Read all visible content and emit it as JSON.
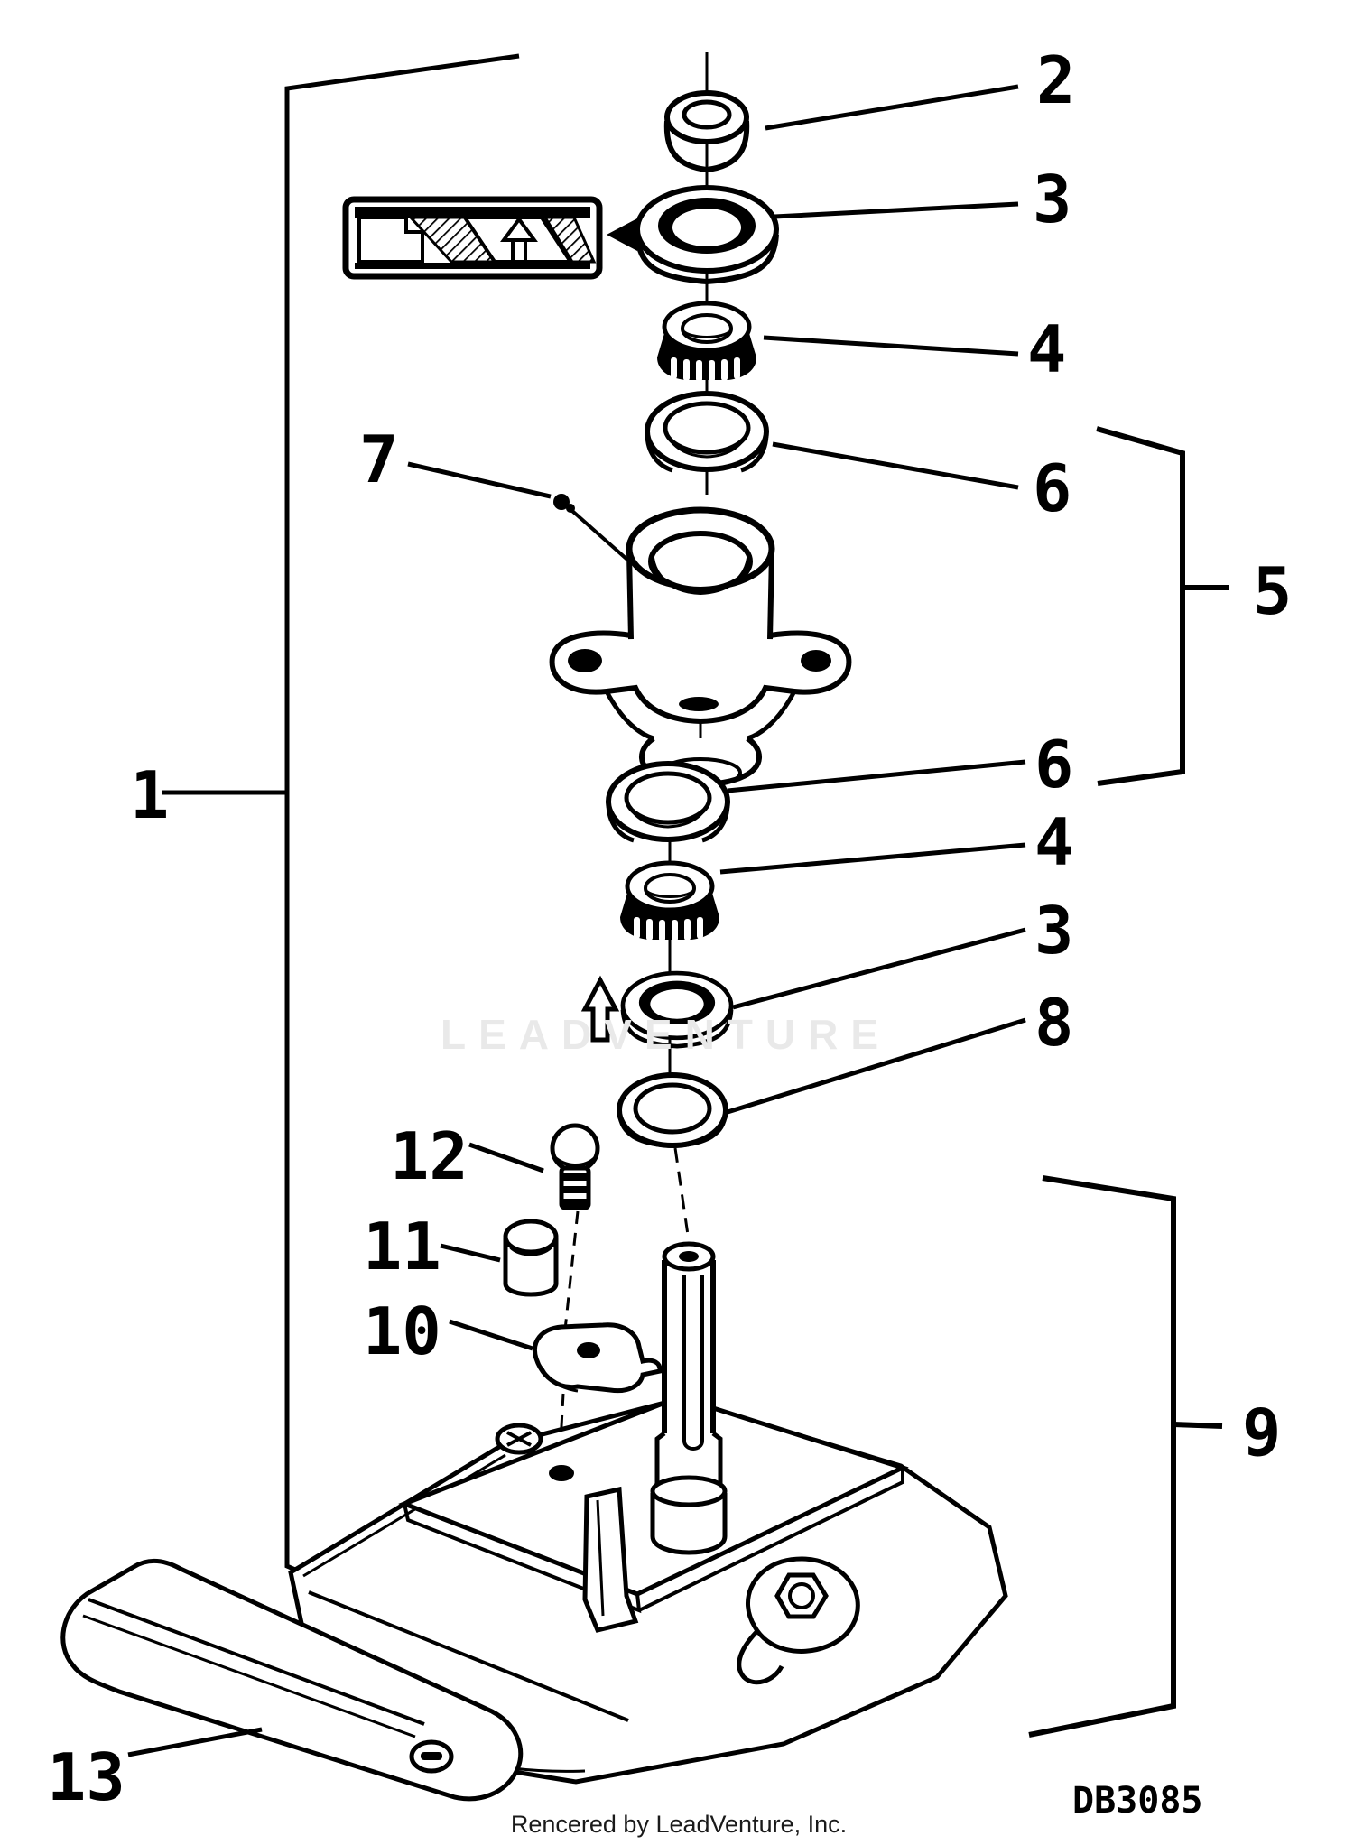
{
  "colors": {
    "ink": "#000000",
    "paper": "#ffffff",
    "watermark": "#e9e9e9",
    "credit_ink": "#1a1a1a"
  },
  "watermark": {
    "text": "LEADVENTURE"
  },
  "drawing_code": {
    "text": "DB3085"
  },
  "footer": {
    "text": "Rencered by LeadVenture, Inc."
  },
  "callouts": {
    "c1": "1",
    "c2": "2",
    "c3_top": "3",
    "c4_top": "4",
    "c5": "5",
    "c6_top": "6",
    "c7": "7",
    "c6_bottom": "6",
    "c4_bottom": "4",
    "c3_bottom": "3",
    "c8": "8",
    "c9": "9",
    "c10": "10",
    "c11": "11",
    "c12": "12",
    "c13": "13"
  }
}
